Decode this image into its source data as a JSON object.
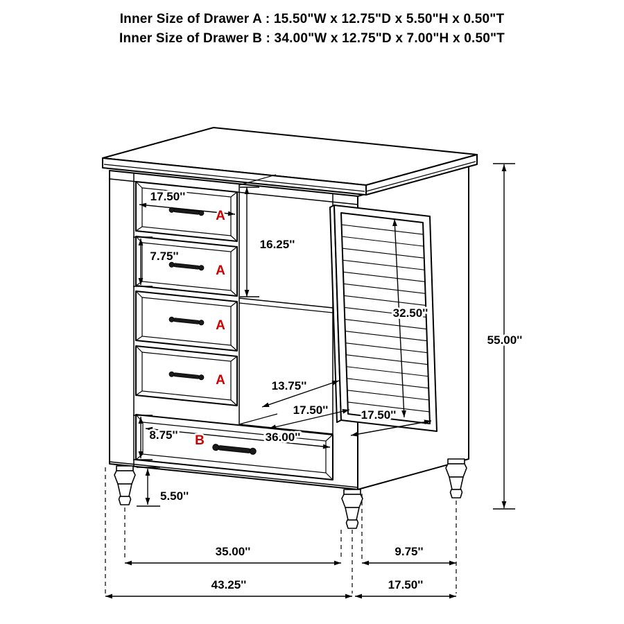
{
  "header": {
    "line1": "Inner Size of Drawer A : 15.50\"W x 12.75\"D x 5.50\"H x 0.50\"T",
    "line2": "Inner Size of Drawer B : 34.00\"W x 12.75\"D x 7.00\"H x 0.50\"T"
  },
  "labels": {
    "drawer_a": "A",
    "drawer_b": "B"
  },
  "dimensions": {
    "drawer_a_width": "17.50''",
    "upper_two_drawers_height": "16.25''",
    "drawer_a_height": "7.75''",
    "door_height": "32.50''",
    "overall_height": "55.00''",
    "compartment_depth": "13.75''",
    "compartment_width": "17.50''",
    "door_width": "17.50''",
    "drawer_b_height": "8.75''",
    "drawer_b_width": "36.00''",
    "leg_height": "5.50''",
    "front_leg_span": "35.00''",
    "side_leg_span": "9.75''",
    "overall_width": "43.25''",
    "overall_depth": "17.50''"
  },
  "colors": {
    "line": "#000000",
    "accent": "#cc0000",
    "background": "#ffffff"
  }
}
